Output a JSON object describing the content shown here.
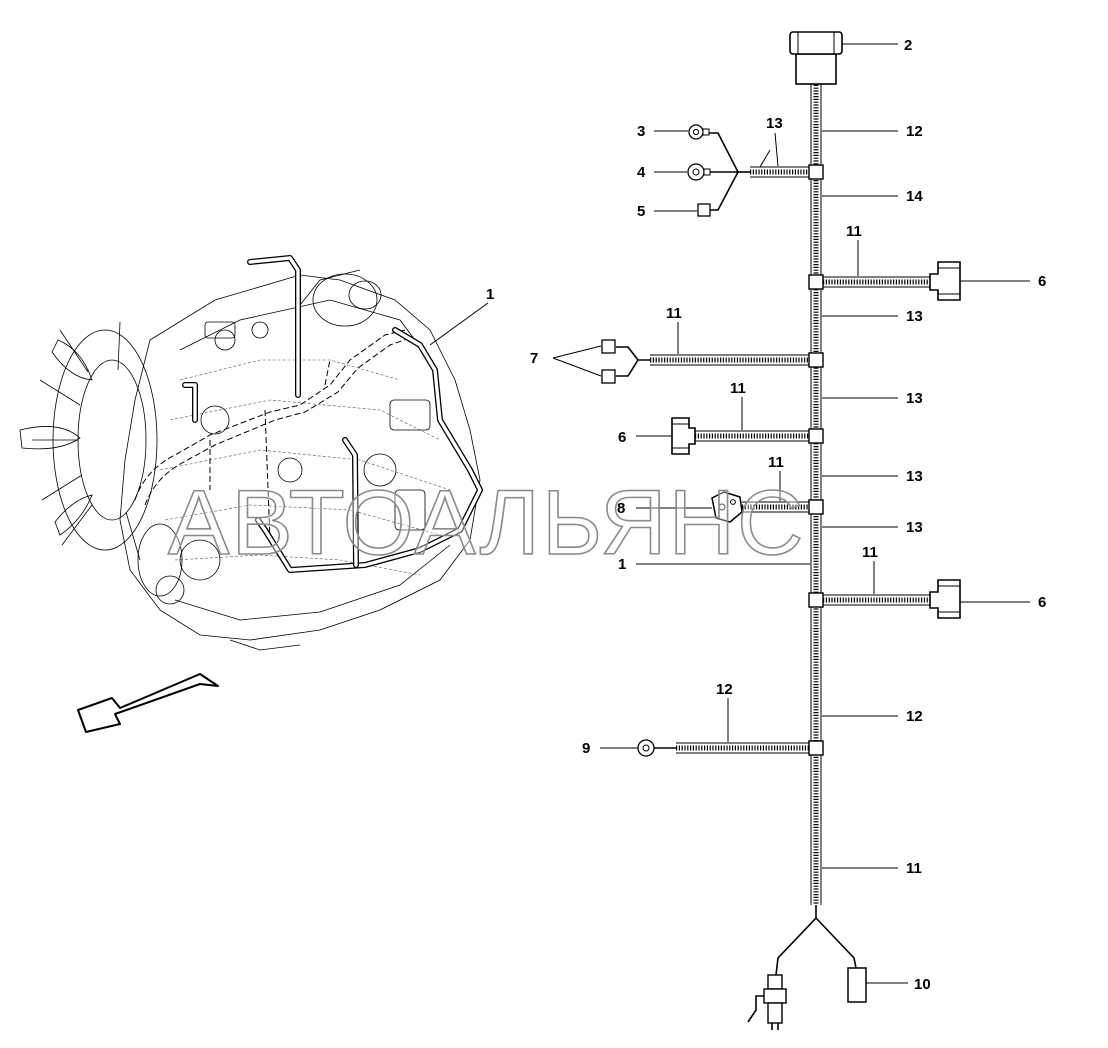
{
  "watermark": "АВТОАЛЬЯНС",
  "callouts": {
    "c1_engine": "1",
    "c1_harness": "1",
    "c2": "2",
    "c3": "3",
    "c4": "4",
    "c5": "5",
    "c6_top": "6",
    "c6_mid": "6",
    "c6_bot": "6",
    "c7": "7",
    "c8": "8",
    "c9": "9",
    "c10": "10",
    "c11_a": "11",
    "c11_b": "11",
    "c11_c": "11",
    "c11_d": "11",
    "c11_e": "11",
    "c11_f": "11",
    "c12_a": "12",
    "c12_b": "12",
    "c12_c": "12",
    "c13_a": "13",
    "c13_b": "13",
    "c13_c": "13",
    "c13_d": "13",
    "c13_e": "13",
    "c14": "14"
  },
  "icons": {
    "direction": "direction-arrow-icon"
  },
  "colors": {
    "line": "#000000",
    "background": "#ffffff",
    "watermark_stroke": "#8a8a8a"
  }
}
